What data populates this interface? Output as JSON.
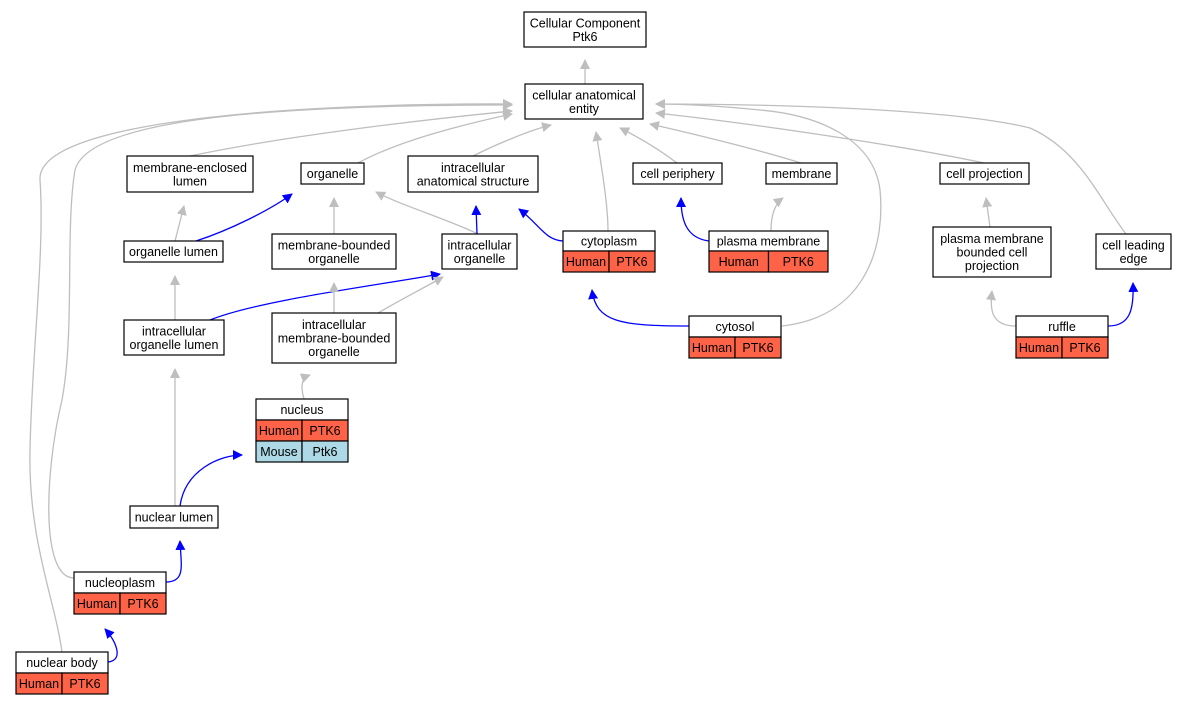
{
  "colors": {
    "human_cell": "#ff6347",
    "mouse_cell": "#add8e6",
    "gray_edge": "#bebebe",
    "blue_edge": "#0000ff"
  },
  "nodes": [
    {
      "id": "root",
      "lines": [
        "Cellular Component",
        "Ptk6"
      ]
    },
    {
      "id": "cae",
      "lines": [
        "cellular anatomical",
        "entity"
      ]
    },
    {
      "id": "mel",
      "lines": [
        "membrane-enclosed",
        "lumen"
      ]
    },
    {
      "id": "organelle",
      "lines": [
        "organelle"
      ]
    },
    {
      "id": "ias",
      "lines": [
        "intracellular",
        "anatomical structure"
      ]
    },
    {
      "id": "cellperiph",
      "lines": [
        "cell periphery"
      ]
    },
    {
      "id": "membrane",
      "lines": [
        "membrane"
      ]
    },
    {
      "id": "cellproj",
      "lines": [
        "cell projection"
      ]
    },
    {
      "id": "orglumen",
      "lines": [
        "organelle lumen"
      ]
    },
    {
      "id": "mbo",
      "lines": [
        "membrane-bounded",
        "organelle"
      ]
    },
    {
      "id": "intraorg",
      "lines": [
        "intracellular",
        "organelle"
      ]
    },
    {
      "id": "cytoplasm",
      "lines": [
        "cytoplasm"
      ],
      "rows": [
        [
          "Human",
          "PTK6"
        ]
      ]
    },
    {
      "id": "plasmamem",
      "lines": [
        "plasma membrane"
      ],
      "rows": [
        [
          "Human",
          "PTK6"
        ]
      ]
    },
    {
      "id": "pmbcp",
      "lines": [
        "plasma membrane",
        "bounded cell",
        "projection"
      ]
    },
    {
      "id": "cle",
      "lines": [
        "cell leading",
        "edge"
      ]
    },
    {
      "id": "iol",
      "lines": [
        "intracellular",
        "organelle lumen"
      ]
    },
    {
      "id": "imbo",
      "lines": [
        "intracellular",
        "membrane-bounded",
        "organelle"
      ]
    },
    {
      "id": "cytosol",
      "lines": [
        "cytosol"
      ],
      "rows": [
        [
          "Human",
          "PTK6"
        ]
      ]
    },
    {
      "id": "ruffle",
      "lines": [
        "ruffle"
      ],
      "rows": [
        [
          "Human",
          "PTK6"
        ]
      ]
    },
    {
      "id": "nucleus",
      "lines": [
        "nucleus"
      ],
      "rows": [
        [
          "Human",
          "PTK6"
        ],
        [
          "Mouse",
          "Ptk6"
        ]
      ]
    },
    {
      "id": "nuclumen",
      "lines": [
        "nuclear lumen"
      ]
    },
    {
      "id": "nucleoplasm",
      "lines": [
        "nucleoplasm"
      ],
      "rows": [
        [
          "Human",
          "PTK6"
        ]
      ]
    },
    {
      "id": "nucbody",
      "lines": [
        "nuclear body"
      ],
      "rows": [
        [
          "Human",
          "PTK6"
        ]
      ]
    }
  ],
  "edges": [
    {
      "from": "cae",
      "to": "root",
      "kind": "is_a"
    },
    {
      "from": "mel",
      "to": "cae",
      "kind": "is_a"
    },
    {
      "from": "organelle",
      "to": "cae",
      "kind": "is_a"
    },
    {
      "from": "ias",
      "to": "cae",
      "kind": "is_a"
    },
    {
      "from": "cytoplasm",
      "to": "cae",
      "kind": "is_a"
    },
    {
      "from": "cellperiph",
      "to": "cae",
      "kind": "is_a"
    },
    {
      "from": "membrane",
      "to": "cae",
      "kind": "is_a"
    },
    {
      "from": "cellproj",
      "to": "cae",
      "kind": "is_a"
    },
    {
      "from": "cle",
      "to": "cae",
      "kind": "is_a"
    },
    {
      "from": "cytosol",
      "to": "cae",
      "kind": "is_a"
    },
    {
      "from": "nucleoplasm",
      "to": "cae",
      "kind": "is_a"
    },
    {
      "from": "nucbody",
      "to": "cae",
      "kind": "is_a"
    },
    {
      "from": "orglumen",
      "to": "mel",
      "kind": "is_a"
    },
    {
      "from": "orglumen",
      "to": "organelle",
      "kind": "part_of"
    },
    {
      "from": "mbo",
      "to": "organelle",
      "kind": "is_a"
    },
    {
      "from": "intraorg",
      "to": "organelle",
      "kind": "is_a"
    },
    {
      "from": "intraorg",
      "to": "ias",
      "kind": "part_of"
    },
    {
      "from": "cytoplasm",
      "to": "ias",
      "kind": "part_of"
    },
    {
      "from": "plasmamem",
      "to": "cellperiph",
      "kind": "part_of"
    },
    {
      "from": "plasmamem",
      "to": "membrane",
      "kind": "is_a"
    },
    {
      "from": "pmbcp",
      "to": "cellproj",
      "kind": "is_a"
    },
    {
      "from": "iol",
      "to": "orglumen",
      "kind": "is_a"
    },
    {
      "from": "iol",
      "to": "intraorg",
      "kind": "part_of"
    },
    {
      "from": "imbo",
      "to": "mbo",
      "kind": "is_a"
    },
    {
      "from": "imbo",
      "to": "intraorg",
      "kind": "is_a"
    },
    {
      "from": "cytosol",
      "to": "cytoplasm",
      "kind": "part_of"
    },
    {
      "from": "ruffle",
      "to": "pmbcp",
      "kind": "is_a"
    },
    {
      "from": "ruffle",
      "to": "cle",
      "kind": "part_of"
    },
    {
      "from": "nucleus",
      "to": "imbo",
      "kind": "is_a"
    },
    {
      "from": "nuclumen",
      "to": "iol",
      "kind": "is_a"
    },
    {
      "from": "nuclumen",
      "to": "nucleus",
      "kind": "part_of"
    },
    {
      "from": "nucleoplasm",
      "to": "nuclumen",
      "kind": "part_of"
    },
    {
      "from": "nucbody",
      "to": "nucleoplasm",
      "kind": "part_of"
    }
  ]
}
